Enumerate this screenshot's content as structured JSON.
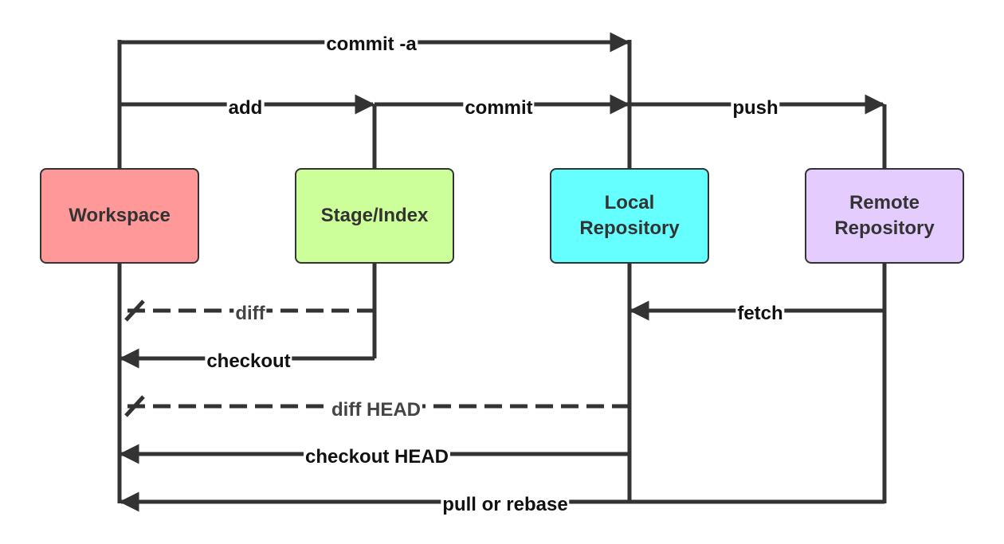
{
  "nodes": {
    "workspace": {
      "label": "Workspace",
      "color": "#ff9999"
    },
    "stage": {
      "label": "Stage/Index",
      "color": "#ccff99"
    },
    "local": {
      "label": "Local\nRepository",
      "color": "#66ffff"
    },
    "remote": {
      "label": "Remote\nRepository",
      "color": "#e5ccff"
    }
  },
  "edges": [
    {
      "id": "commit-a",
      "label": "commit -a",
      "from": "Workspace",
      "to": "Local Repository",
      "style": "solid"
    },
    {
      "id": "add",
      "label": "add",
      "from": "Workspace",
      "to": "Stage/Index",
      "style": "solid"
    },
    {
      "id": "commit",
      "label": "commit",
      "from": "Stage/Index",
      "to": "Local Repository",
      "style": "solid"
    },
    {
      "id": "push",
      "label": "push",
      "from": "Local Repository",
      "to": "Remote Repository",
      "style": "solid"
    },
    {
      "id": "diff",
      "label": "diff",
      "from": "Stage/Index",
      "to": "Workspace",
      "style": "dashed"
    },
    {
      "id": "fetch",
      "label": "fetch",
      "from": "Remote Repository",
      "to": "Local Repository",
      "style": "solid"
    },
    {
      "id": "checkout",
      "label": "checkout",
      "from": "Stage/Index",
      "to": "Workspace",
      "style": "solid"
    },
    {
      "id": "diff-head",
      "label": "diff HEAD",
      "from": "Local Repository",
      "to": "Workspace",
      "style": "dashed"
    },
    {
      "id": "checkout-head",
      "label": "checkout HEAD",
      "from": "Local Repository",
      "to": "Workspace",
      "style": "solid"
    },
    {
      "id": "pull-rebase",
      "label": "pull or rebase",
      "from": "Remote Repository",
      "to": "Workspace",
      "style": "solid"
    }
  ],
  "colors": {
    "line": "#333333"
  }
}
